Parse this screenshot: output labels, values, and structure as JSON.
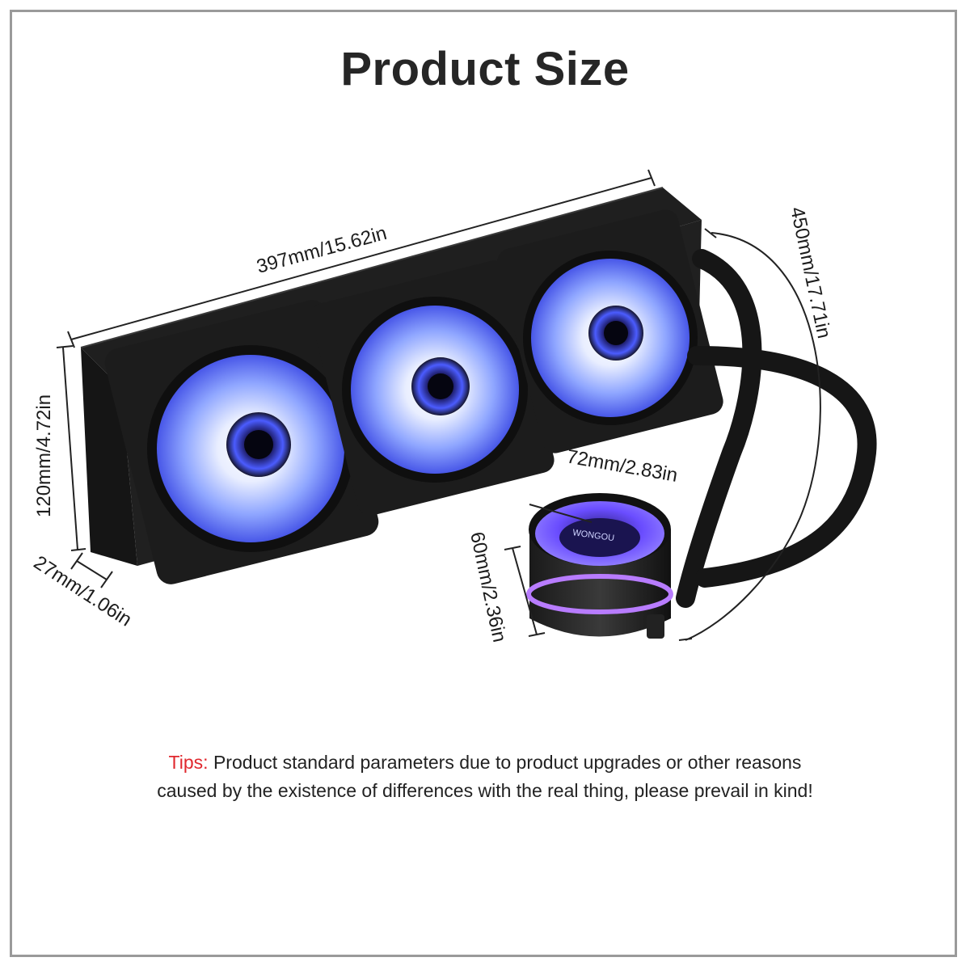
{
  "title": "Product Size",
  "dimensions": {
    "radiator_length": "397mm/15.62in",
    "radiator_height": "120mm/4.72in",
    "radiator_thickness": "27mm/1.06in",
    "tube_length": "450mm/17.71in",
    "pump_diameter": "72mm/2.83in",
    "pump_height": "60mm/2.36in"
  },
  "pump_branding": "WONGOU",
  "tips": {
    "label": "Tips:",
    "line1": "Product standard parameters due to product upgrades or other reasons",
    "line2": "caused by the existence of differences with the real thing, please prevail in kind!"
  },
  "colors": {
    "label_red": "#e0282e",
    "text": "#222222",
    "frame_border": "#9a9a9a",
    "fan_glow": "#5a6bff"
  }
}
